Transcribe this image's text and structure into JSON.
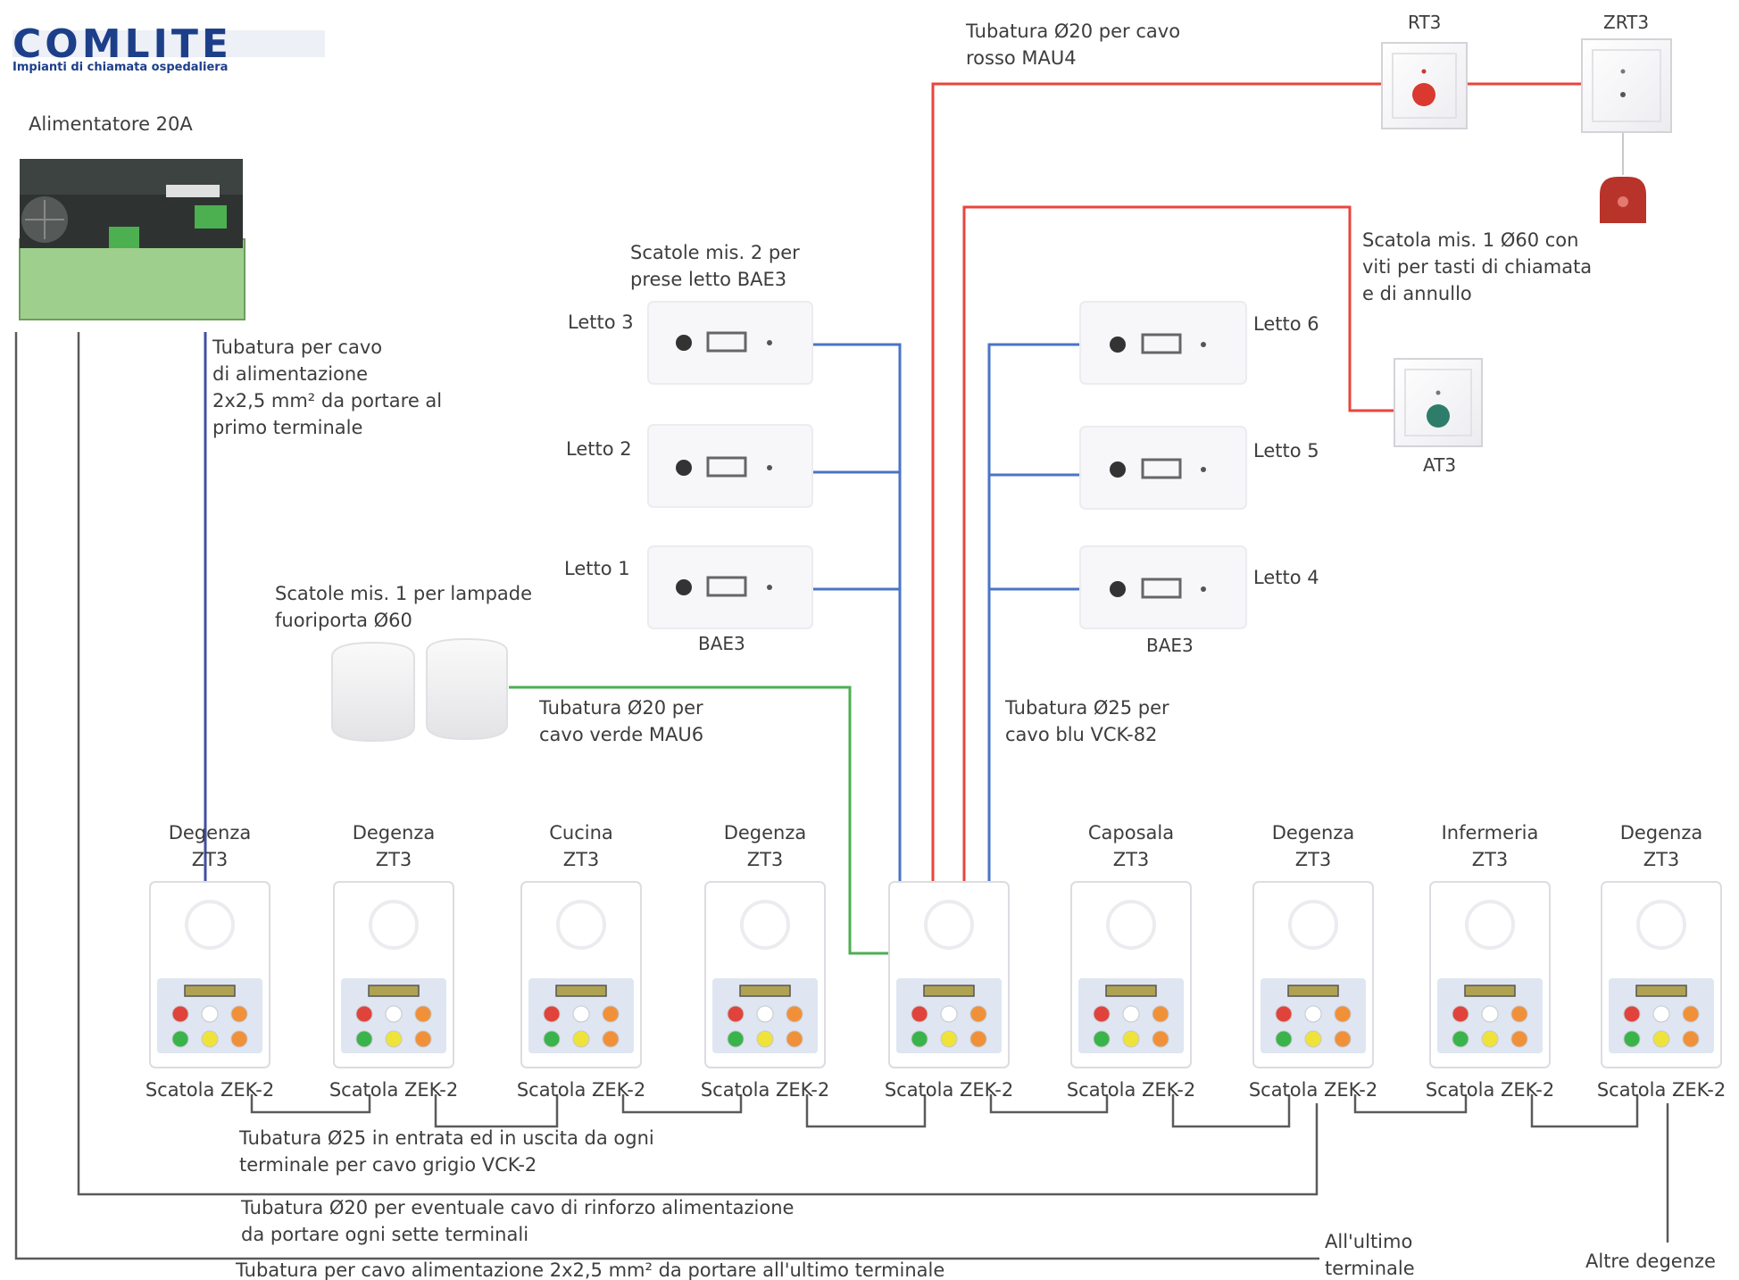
{
  "logo": {
    "brand": "COMLITE",
    "tagline": "Impianti di chiamata ospedaliera"
  },
  "colors": {
    "red": "#e8453c",
    "blue": "#4a74c4",
    "green": "#4caf50",
    "gray": "#555555"
  },
  "power_supply": {
    "label": "Alimentatore 20A"
  },
  "notes": {
    "red_pipe": [
      "Tubatura Ø20 per cavo",
      "rosso MAU4"
    ],
    "power_pipe": [
      "Tubatura per cavo",
      "di alimentazione",
      "2x2,5 mm² da portare al",
      "primo terminale"
    ],
    "bed_boxes": [
      "Scatole mis. 2 per",
      "prese letto BAE3"
    ],
    "call_box": [
      "Scatola mis. 1 Ø60 con",
      "viti per tasti di chiamata",
      "e di annullo"
    ],
    "lamp_boxes": [
      "Scatole mis. 1 per lampade",
      "fuoriporta Ø60"
    ],
    "green_pipe": [
      "Tubatura Ø20 per",
      "cavo verde MAU6"
    ],
    "blue_pipe": [
      "Tubatura Ø25 per",
      "cavo blu VCK-82"
    ],
    "gray_pipe": [
      "Tubatura Ø25 in entrata ed in uscita da ogni",
      "terminale per cavo grigio VCK-2"
    ],
    "reinforce_pipe": [
      "Tubatura Ø20 per eventuale cavo di rinforzo alimentazione",
      "da portare ogni sette terminali"
    ],
    "last_pipe": "Tubatura per cavo alimentazione 2x2,5 mm² da portare all'ultimo terminale",
    "last_terminal": [
      "All'ultimo",
      "terminale"
    ],
    "other_rooms": "Altre degenze"
  },
  "devices": {
    "rt3": "RT3",
    "zrt3": "ZRT3",
    "at3": "AT3"
  },
  "beds_left": {
    "labels": [
      "Letto 3",
      "Letto 2",
      "Letto 1"
    ],
    "model": "BAE3"
  },
  "beds_right": {
    "labels": [
      "Letto 6",
      "Letto 5",
      "Letto 4"
    ],
    "model": "BAE3"
  },
  "terminals": [
    {
      "room": "Degenza",
      "model": "ZT3",
      "box": "Scatola ZEK-2"
    },
    {
      "room": "Degenza",
      "model": "ZT3",
      "box": "Scatola ZEK-2"
    },
    {
      "room": "Cucina",
      "model": "ZT3",
      "box": "Scatola ZEK-2"
    },
    {
      "room": "Degenza",
      "model": "ZT3",
      "box": "Scatola ZEK-2"
    },
    {
      "room": "",
      "model": "",
      "box": "Scatola ZEK-2"
    },
    {
      "room": "Caposala",
      "model": "ZT3",
      "box": "Scatola ZEK-2"
    },
    {
      "room": "Degenza",
      "model": "ZT3",
      "box": "Scatola ZEK-2"
    },
    {
      "room": "Infermeria",
      "model": "ZT3",
      "box": "Scatola ZEK-2"
    },
    {
      "room": "Degenza",
      "model": "ZT3",
      "box": "Scatola ZEK-2"
    }
  ]
}
